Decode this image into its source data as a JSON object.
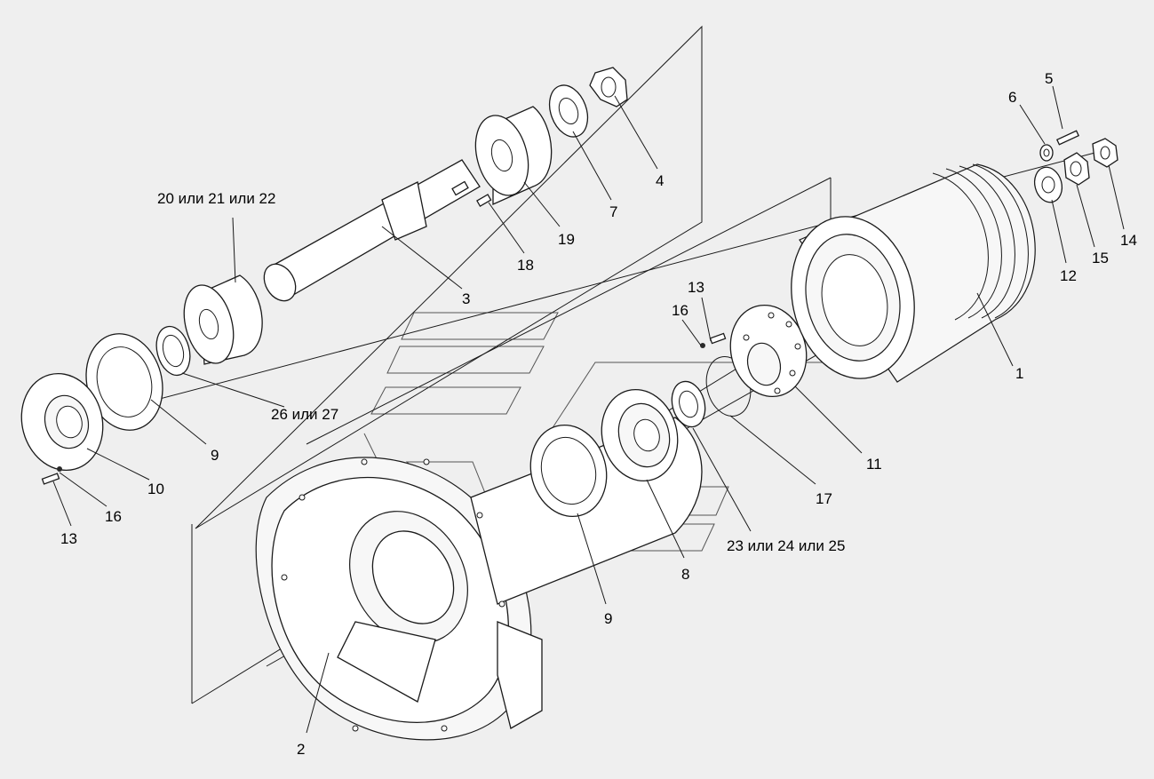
{
  "diagram": {
    "callouts": [
      {
        "id": "1",
        "text": "1"
      },
      {
        "id": "2",
        "text": "2"
      },
      {
        "id": "3",
        "text": "3"
      },
      {
        "id": "4",
        "text": "4"
      },
      {
        "id": "5",
        "text": "5"
      },
      {
        "id": "6",
        "text": "6"
      },
      {
        "id": "7",
        "text": "7"
      },
      {
        "id": "8",
        "text": "8"
      },
      {
        "id": "9a",
        "text": "9"
      },
      {
        "id": "9b",
        "text": "9"
      },
      {
        "id": "10",
        "text": "10"
      },
      {
        "id": "11",
        "text": "11"
      },
      {
        "id": "12",
        "text": "12"
      },
      {
        "id": "13a",
        "text": "13"
      },
      {
        "id": "13b",
        "text": "13"
      },
      {
        "id": "14",
        "text": "14"
      },
      {
        "id": "15",
        "text": "15"
      },
      {
        "id": "16a",
        "text": "16"
      },
      {
        "id": "16b",
        "text": "16"
      },
      {
        "id": "17",
        "text": "17"
      },
      {
        "id": "18",
        "text": "18"
      },
      {
        "id": "19",
        "text": "19"
      },
      {
        "id": "20-22",
        "text": "20 или 21 или 22"
      },
      {
        "id": "23-25",
        "text": "23 или 24 или 25"
      },
      {
        "id": "26-27",
        "text": "26 или 27"
      }
    ]
  }
}
